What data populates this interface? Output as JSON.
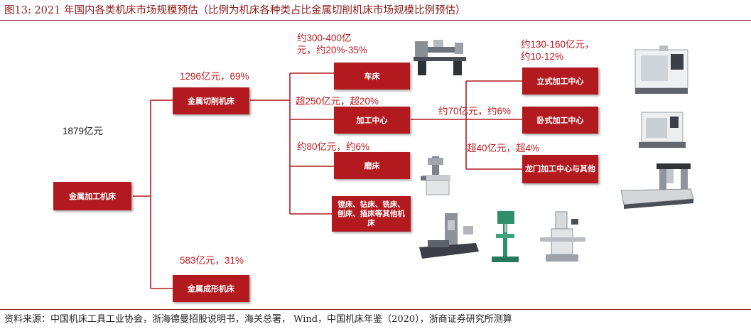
{
  "figure": {
    "title": "图13:   2021 年国内各类机床市场规模预估（比例为机床各种类占比金属切削机床市场规模比例预估）",
    "source": "资料来源：中国机床工具工业协会，浙海德曼招股说明书，海关总署， Wind，中国机床年鉴（2020），浙商证券研究所测算"
  },
  "nodes": {
    "root": "金属加工机床",
    "cutting": "金属切削机床",
    "forming": "金属成形机床",
    "lathe": "车床",
    "machining_center": "加工中心",
    "grinder": "磨床",
    "others": "镗床、钻床、铣床、刨床、插床等其他机床",
    "vertical_center": "立式加工中心",
    "horizontal_center": "卧式加工中心",
    "gantry_center": "龙门加工中心与其他"
  },
  "annotations": {
    "root_value": "1879亿元",
    "cutting_value": "1296亿元，69%",
    "forming_value": "583亿元，31%",
    "lathe_value": "约300-400亿元，约20%-35%",
    "machining_center_value": "超250亿元，超20%",
    "grinder_value": "约80亿元，约6%",
    "vertical_value": "约130-160亿元，约10-12%",
    "horizontal_value": "约70亿元，约6%",
    "gantry_value": "超40亿元，超4%"
  },
  "colors": {
    "node": "#b21a1f",
    "annotation": "#c0181f",
    "line": "#b21a1f",
    "rule": "#8b1a1a"
  },
  "images": [
    "lathe-machine",
    "surface-grinder",
    "boring-machine",
    "drill-press",
    "milling-machine",
    "vertical-machining-center",
    "horizontal-machining-center",
    "gantry-machining-center"
  ]
}
